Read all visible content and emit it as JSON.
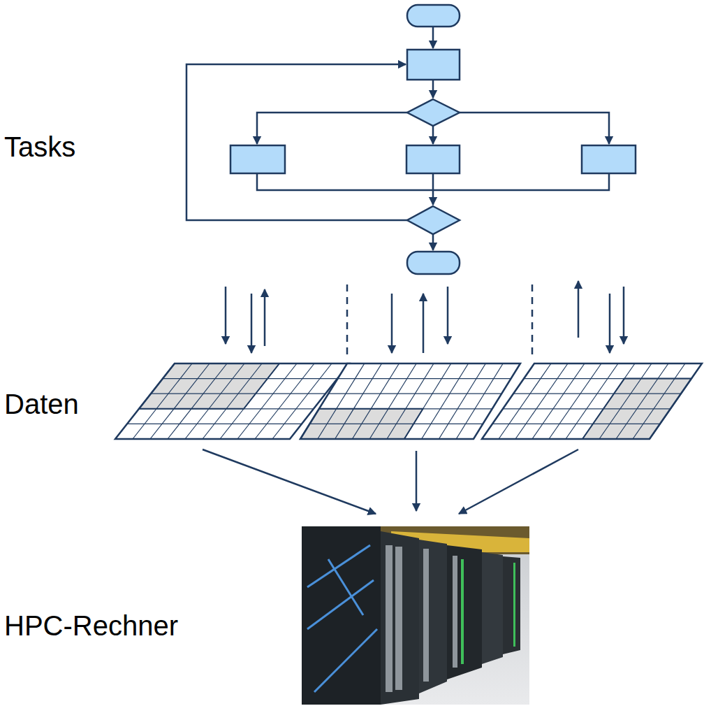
{
  "diagram": {
    "labels": [
      "Tasks",
      "Daten",
      "HPC-Rechner"
    ]
  }
}
